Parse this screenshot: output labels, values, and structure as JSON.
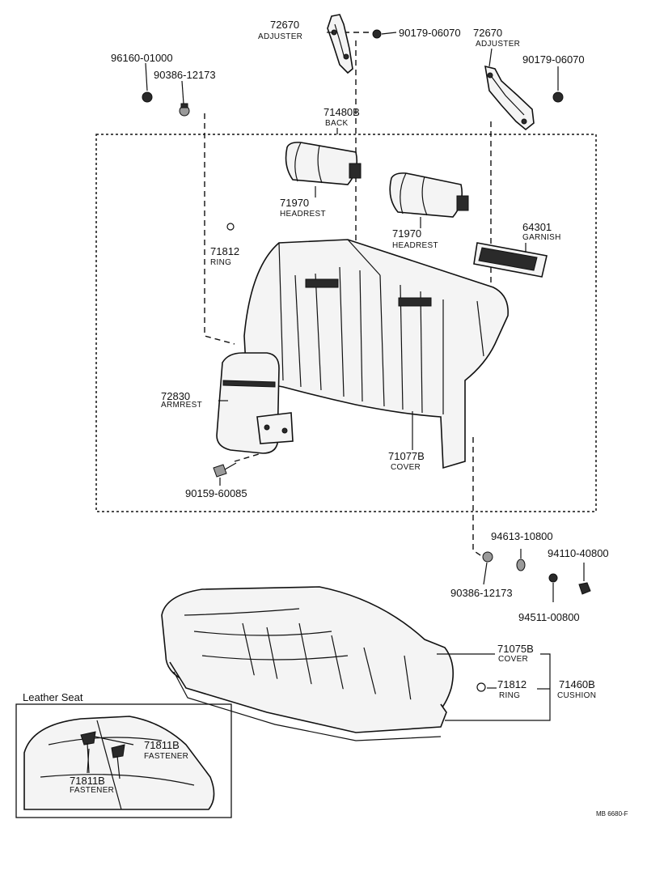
{
  "labels": {
    "adjuster_left_pn": "72670",
    "adjuster_left_nm": "ADJUSTER",
    "nut_top_pn": "90179-06070",
    "adjuster_right_pn": "72670",
    "adjuster_right_nm": "ADJUSTER",
    "nut_right_pn": "90179-06070",
    "nut_left_pn": "96160-01000",
    "bolt_left_pn": "90386-12173",
    "back_pn": "71480B",
    "back_nm": "BACK",
    "headrest_left_pn": "71970",
    "headrest_left_nm": "HEADREST",
    "headrest_right_pn": "71970",
    "headrest_right_nm": "HEADREST",
    "garnish_pn": "64301",
    "garnish_nm": "GARNISH",
    "ring_back_pn": "71812",
    "ring_back_nm": "RING",
    "armrest_pn": "72830",
    "armrest_nm": "ARMREST",
    "cover_back_pn": "71077B",
    "cover_back_nm": "COVER",
    "bolt_armrest_pn": "90159-60085",
    "washer_pn": "94613-10800",
    "nut_cushion_pn": "94110-40800",
    "bolt_cushion_pn": "90386-12173",
    "washer_spring_pn": "94511-00800",
    "cover_cushion_pn": "71075B",
    "cover_cushion_nm": "COVER",
    "ring_cushion_pn": "71812",
    "ring_cushion_nm": "RING",
    "cushion_pn": "71460B",
    "cushion_nm": "CUSHION",
    "inset_title": "Leather Seat",
    "fastener_a_pn": "71811B",
    "fastener_a_nm": "FASTENER",
    "fastener_b_pn": "71811B",
    "fastener_b_nm": "FASTENER",
    "drawing_code": "MB 6680-F"
  }
}
